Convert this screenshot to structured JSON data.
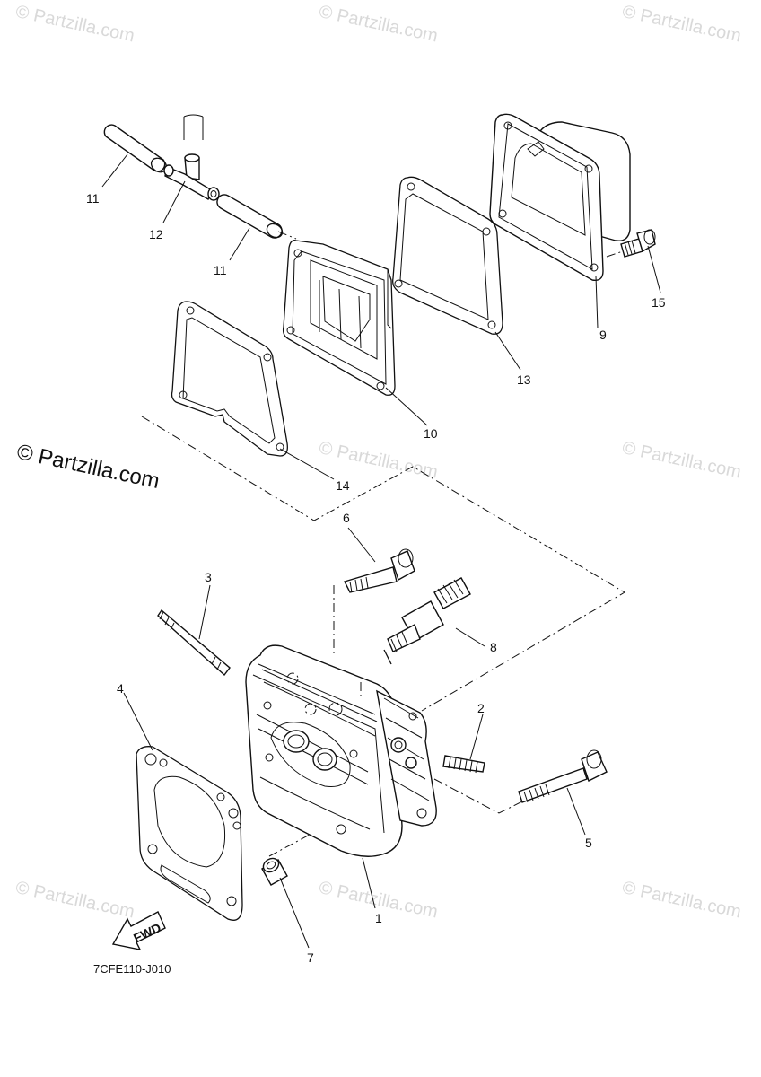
{
  "watermark": "© Partzilla.com",
  "brand": "© Partzilla.com",
  "diagram_code": "7CFE110-J010",
  "fwd_label": "FWD",
  "callouts": {
    "c1": "1",
    "c2": "2",
    "c3": "3",
    "c4": "4",
    "c5": "5",
    "c6": "6",
    "c7": "7",
    "c8": "8",
    "c9": "9",
    "c10": "10",
    "c11a": "11",
    "c11b": "11",
    "c12": "12",
    "c13": "13",
    "c14": "14",
    "c15": "15"
  }
}
